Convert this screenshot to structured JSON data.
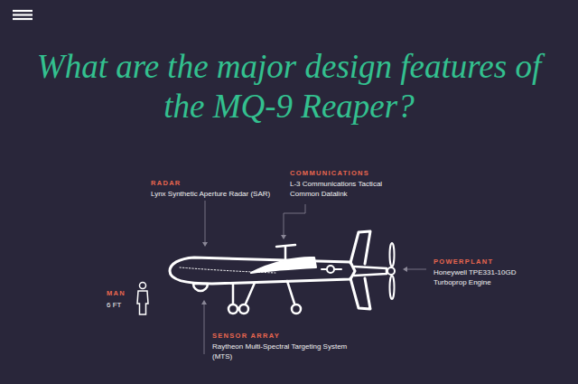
{
  "diagram": {
    "title": "What are the major design features of the MQ-9 Reaper?",
    "labels": [
      "RADAR",
      "Lynx Synthetic Aperture Radar (SAR)",
      "COMMUNICATIONS",
      "L-3 Communications Tactical Common Datalink",
      "POWERPLANT",
      "Honeywell TPE331-10GD Turboprop Engine",
      "SENSOR ARRAY",
      "Raytheon Multi-Spectral Targeting System (MTS)",
      "MAN",
      "6 FT"
    ]
  }
}
